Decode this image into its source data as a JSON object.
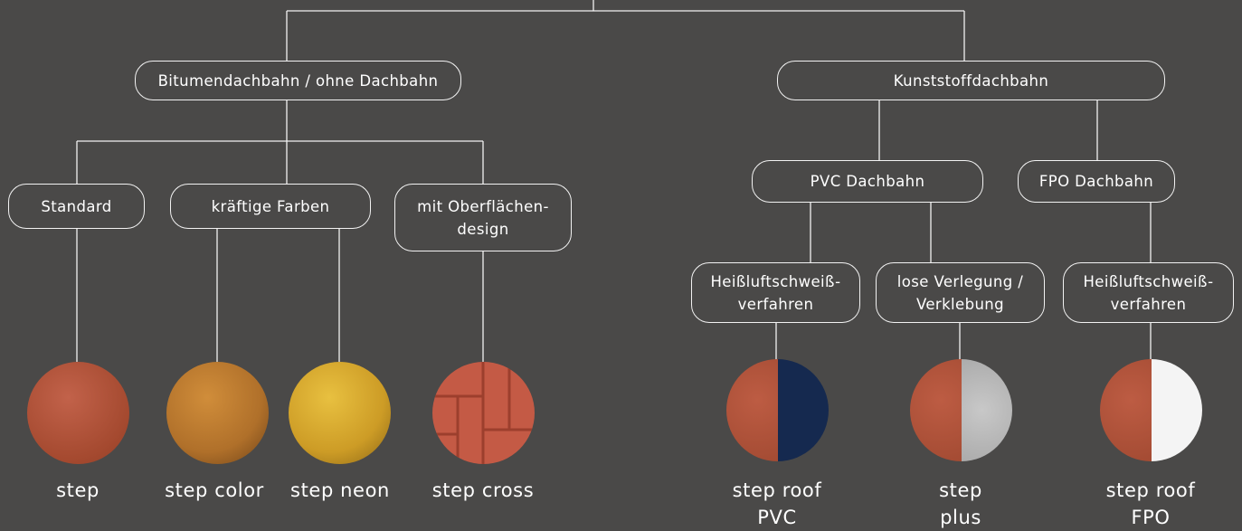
{
  "nodes": {
    "bitumen": "Bitumendachbahn / ohne Dachbahn",
    "kunststoff": "Kunststoffdachbahn",
    "standard": "Standard",
    "kraeftig": "kräftige Farben",
    "oberflaeche": "mit Oberflächen-\ndesign",
    "pvc": "PVC Dachbahn",
    "fpo": "FPO Dachbahn",
    "heissluft_pvc": "Heißluftschweiß-\nverfahren",
    "lose": "lose Verlegung /\nVerklebung",
    "heissluft_fpo": "Heißluftschweiß-\nverfahren"
  },
  "products": {
    "step": "step",
    "step_color": "step color",
    "step_neon": "step neon",
    "step_cross": "step cross",
    "step_roof_pvc": "step roof\nPVC",
    "step_plus": "step\nplus",
    "step_roof_fpo": "step roof\nFPO"
  },
  "colors": {
    "background": "#4a4948",
    "line": "#f2f2f2",
    "red_granules": "#b0513a",
    "brown_granules": "#b9782c",
    "yellow_granules": "#d6a82a",
    "brick": "#c45a45",
    "pvc_blue": "#15294f",
    "plus_grey": "#b8b8b8",
    "fpo_white": "#f4f4f4"
  }
}
